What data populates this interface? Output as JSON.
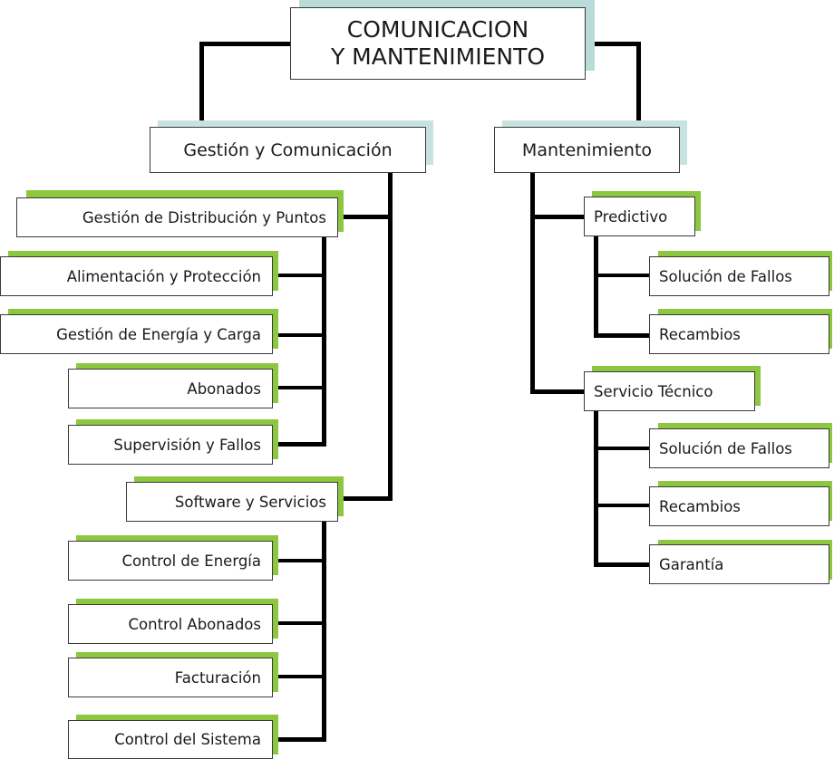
{
  "colors": {
    "root_shadow": "#b9dcd9",
    "level1_shadow": "#c7e3e0",
    "leaf_shadow": "#8dc63f",
    "connector": "#000000",
    "box_border": "#3a3a3a"
  },
  "root": {
    "line1": "COMUNICACION",
    "line2": "Y MANTENIMIENTO"
  },
  "left": {
    "title": "Gestión y Comunicación",
    "groups": [
      {
        "label": "Gestión de Distribución y Puntos",
        "items": [
          "Alimentación y Protección",
          "Gestión de Energía y Carga",
          "Abonados",
          "Supervisión y Fallos"
        ]
      },
      {
        "label": "Software y Servicios",
        "items": [
          "Control de Energía",
          "Control Abonados",
          "Facturación",
          "Control del Sistema"
        ]
      }
    ]
  },
  "right": {
    "title": "Mantenimiento",
    "groups": [
      {
        "label": "Predictivo",
        "items": [
          "Solución de Fallos",
          "Recambios"
        ]
      },
      {
        "label": "Servicio Técnico",
        "items": [
          "Solución de Fallos",
          "Recambios",
          "Garantía"
        ]
      }
    ]
  }
}
